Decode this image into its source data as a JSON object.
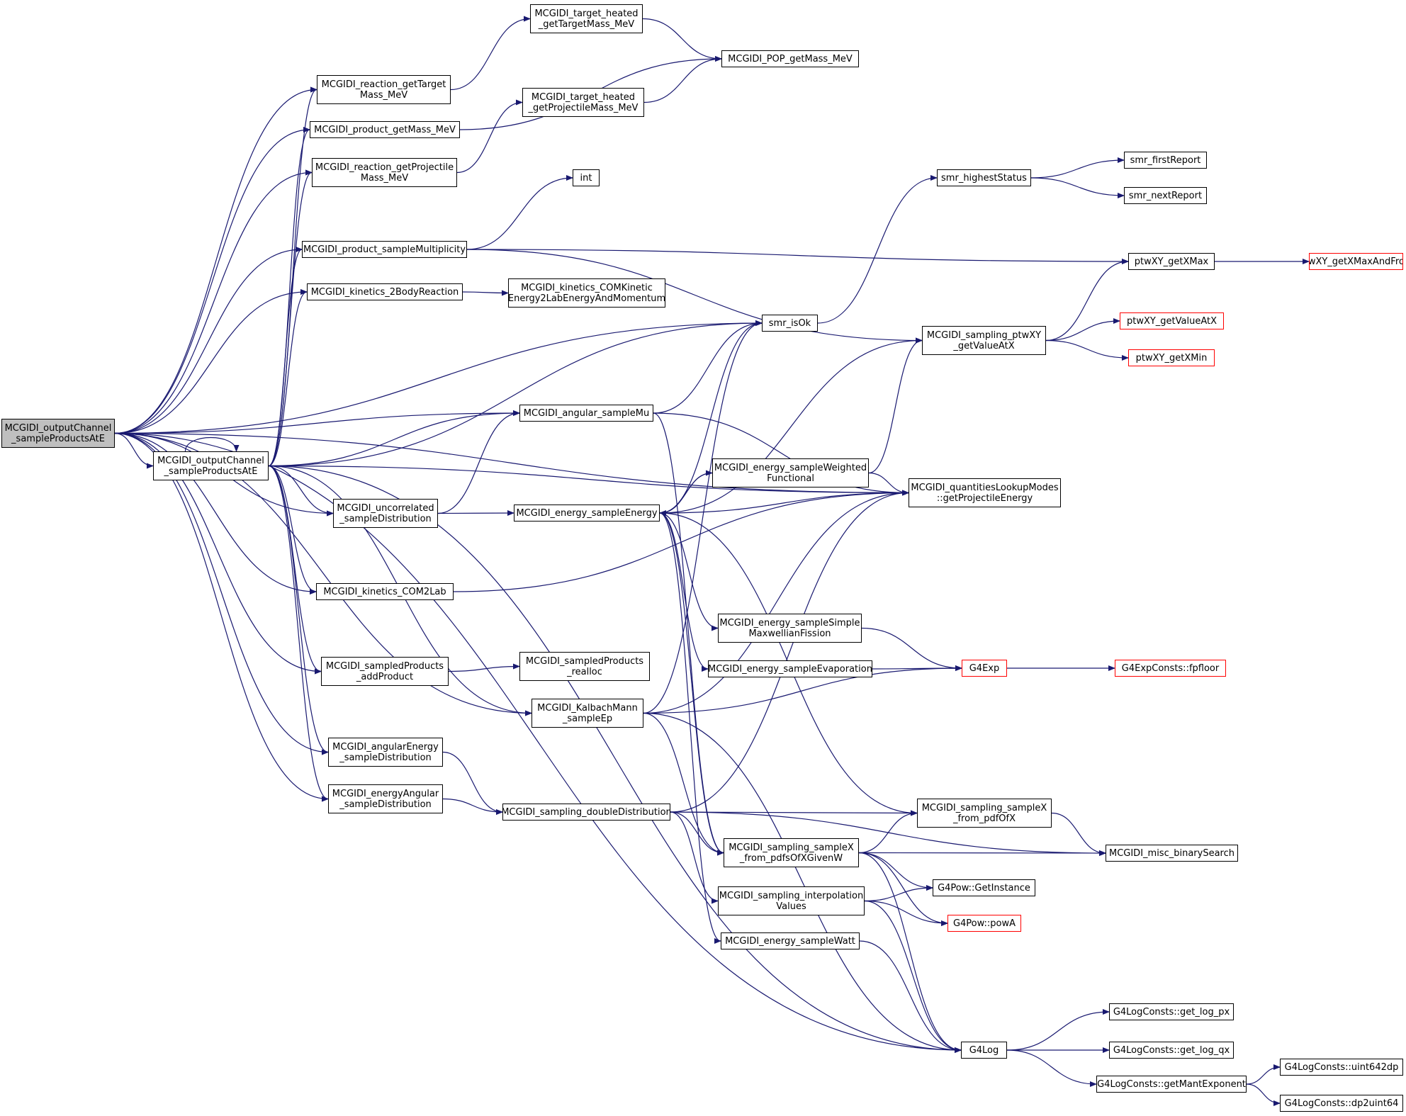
{
  "graph": {
    "nodes": [
      {
        "id": "root",
        "label": "MCGIDI_outputChannel\n_sampleProductsAtE",
        "kind": "root"
      },
      {
        "id": "selfcall",
        "label": "MCGIDI_outputChannel\n_sampleProductsAtE",
        "kind": "normal"
      },
      {
        "id": "reaction_getTarget",
        "label": "MCGIDI_reaction_getTarget\nMass_MeV",
        "kind": "normal"
      },
      {
        "id": "product_getMass",
        "label": "MCGIDI_product_getMass_MeV",
        "kind": "normal"
      },
      {
        "id": "reaction_getProjectile",
        "label": "MCGIDI_reaction_getProjectile\nMass_MeV",
        "kind": "normal"
      },
      {
        "id": "product_sampleMultiplicity",
        "label": "MCGIDI_product_sampleMultiplicity",
        "kind": "normal"
      },
      {
        "id": "kinetics_2Body",
        "label": "MCGIDI_kinetics_2BodyReaction",
        "kind": "normal"
      },
      {
        "id": "uncorrelated",
        "label": "MCGIDI_uncorrelated\n_sampleDistribution",
        "kind": "normal"
      },
      {
        "id": "kinetics_COM2Lab",
        "label": "MCGIDI_kinetics_COM2Lab",
        "kind": "normal"
      },
      {
        "id": "sampledProducts_add",
        "label": "MCGIDI_sampledProducts\n_addProduct",
        "kind": "normal"
      },
      {
        "id": "angularEnergy",
        "label": "MCGIDI_angularEnergy\n_sampleDistribution",
        "kind": "normal"
      },
      {
        "id": "energyAngular",
        "label": "MCGIDI_energyAngular\n_sampleDistribution",
        "kind": "normal"
      },
      {
        "id": "target_heated_getTarget",
        "label": "MCGIDI_target_heated\n_getTargetMass_MeV",
        "kind": "normal"
      },
      {
        "id": "target_heated_getProjectile",
        "label": "MCGIDI_target_heated\n_getProjectileMass_MeV",
        "kind": "normal"
      },
      {
        "id": "int",
        "label": "int",
        "kind": "normal"
      },
      {
        "id": "kinetics_COMKinetic",
        "label": "MCGIDI_kinetics_COMKinetic\nEnergy2LabEnergyAndMomentum",
        "kind": "normal"
      },
      {
        "id": "angular_sampleMu",
        "label": "MCGIDI_angular_sampleMu",
        "kind": "normal"
      },
      {
        "id": "energy_sampleEnergy",
        "label": "MCGIDI_energy_sampleEnergy",
        "kind": "normal"
      },
      {
        "id": "sampledProducts_realloc",
        "label": "MCGIDI_sampledProducts\n_realloc",
        "kind": "normal"
      },
      {
        "id": "KalbachMann",
        "label": "MCGIDI_KalbachMann\n_sampleEp",
        "kind": "normal"
      },
      {
        "id": "sampling_doubleDistribution",
        "label": "MCGIDI_sampling_doubleDistribution",
        "kind": "normal"
      },
      {
        "id": "POP_getMass",
        "label": "MCGIDI_POP_getMass_MeV",
        "kind": "normal"
      },
      {
        "id": "smr_isOk",
        "label": "smr_isOk",
        "kind": "normal"
      },
      {
        "id": "energy_sampleWeighted",
        "label": "MCGIDI_energy_sampleWeighted\nFunctional",
        "kind": "normal"
      },
      {
        "id": "energy_sampleSimple",
        "label": "MCGIDI_energy_sampleSimple\nMaxwellianFission",
        "kind": "normal"
      },
      {
        "id": "energy_sampleEvaporation",
        "label": "MCGIDI_energy_sampleEvaporation",
        "kind": "normal"
      },
      {
        "id": "sampling_sampleX_pdfsOfXGivenW",
        "label": "MCGIDI_sampling_sampleX\n_from_pdfsOfXGivenW",
        "kind": "normal"
      },
      {
        "id": "sampling_interpolation",
        "label": "MCGIDI_sampling_interpolation\nValues",
        "kind": "normal"
      },
      {
        "id": "energy_sampleWatt",
        "label": "MCGIDI_energy_sampleWatt",
        "kind": "normal"
      },
      {
        "id": "smr_highestStatus",
        "label": "smr_highestStatus",
        "kind": "normal"
      },
      {
        "id": "sampling_ptwXY",
        "label": "MCGIDI_sampling_ptwXY\n_getValueAtX",
        "kind": "normal"
      },
      {
        "id": "quantitiesLookup",
        "label": "MCGIDI_quantitiesLookupModes\n::getProjectileEnergy",
        "kind": "normal"
      },
      {
        "id": "sampling_sampleX_pdfOfX",
        "label": "MCGIDI_sampling_sampleX\n_from_pdfOfX",
        "kind": "normal"
      },
      {
        "id": "G4Log",
        "label": "G4Log",
        "kind": "normal"
      },
      {
        "id": "G4Exp",
        "label": "G4Exp",
        "kind": "truncated"
      },
      {
        "id": "G4Pow_GetInstance",
        "label": "G4Pow::GetInstance",
        "kind": "normal"
      },
      {
        "id": "G4Pow_powA",
        "label": "G4Pow::powA",
        "kind": "truncated"
      },
      {
        "id": "smr_firstReport",
        "label": "smr_firstReport",
        "kind": "normal"
      },
      {
        "id": "smr_nextReport",
        "label": "smr_nextReport",
        "kind": "normal"
      },
      {
        "id": "ptwXY_getXMax",
        "label": "ptwXY_getXMax",
        "kind": "normal"
      },
      {
        "id": "ptwXY_getValueAtX",
        "label": "ptwXY_getValueAtX",
        "kind": "truncated"
      },
      {
        "id": "ptwXY_getXMin",
        "label": "ptwXY_getXMin",
        "kind": "truncated"
      },
      {
        "id": "misc_binarySearch",
        "label": "MCGIDI_misc_binarySearch",
        "kind": "normal"
      },
      {
        "id": "G4LogConsts_get_log_px",
        "label": "G4LogConsts::get_log_px",
        "kind": "normal"
      },
      {
        "id": "G4LogConsts_get_log_qx",
        "label": "G4LogConsts::get_log_qx",
        "kind": "normal"
      },
      {
        "id": "G4LogConsts_getMantExponent",
        "label": "G4LogConsts::getMantExponent",
        "kind": "normal"
      },
      {
        "id": "ptwXY_getXMaxAndFrom",
        "label": "ptwXY_getXMaxAndFrom",
        "kind": "truncated"
      },
      {
        "id": "G4ExpConsts_fpfloor",
        "label": "G4ExpConsts::fpfloor",
        "kind": "truncated"
      },
      {
        "id": "G4LogConsts_uint642dp",
        "label": "G4LogConsts::uint642dp",
        "kind": "normal"
      },
      {
        "id": "G4LogConsts_dp2uint64",
        "label": "G4LogConsts::dp2uint64",
        "kind": "normal"
      }
    ],
    "edges": [
      [
        "root",
        "reaction_getTarget"
      ],
      [
        "root",
        "product_getMass"
      ],
      [
        "root",
        "reaction_getProjectile"
      ],
      [
        "root",
        "product_sampleMultiplicity"
      ],
      [
        "root",
        "kinetics_2Body"
      ],
      [
        "root",
        "quantitiesLookup"
      ],
      [
        "root",
        "smr_isOk"
      ],
      [
        "root",
        "angular_sampleMu"
      ],
      [
        "root",
        "selfcall"
      ],
      [
        "root",
        "uncorrelated"
      ],
      [
        "root",
        "kinetics_COM2Lab"
      ],
      [
        "root",
        "sampledProducts_add"
      ],
      [
        "root",
        "KalbachMann"
      ],
      [
        "root",
        "angularEnergy"
      ],
      [
        "root",
        "energyAngular"
      ],
      [
        "root",
        "G4Log"
      ],
      [
        "selfcall",
        "selfcall"
      ],
      [
        "selfcall",
        "reaction_getTarget"
      ],
      [
        "selfcall",
        "product_getMass"
      ],
      [
        "selfcall",
        "reaction_getProjectile"
      ],
      [
        "selfcall",
        "product_sampleMultiplicity"
      ],
      [
        "selfcall",
        "kinetics_2Body"
      ],
      [
        "selfcall",
        "smr_isOk"
      ],
      [
        "selfcall",
        "angular_sampleMu"
      ],
      [
        "selfcall",
        "quantitiesLookup"
      ],
      [
        "selfcall",
        "uncorrelated"
      ],
      [
        "selfcall",
        "kinetics_COM2Lab"
      ],
      [
        "selfcall",
        "sampledProducts_add"
      ],
      [
        "selfcall",
        "KalbachMann"
      ],
      [
        "selfcall",
        "angularEnergy"
      ],
      [
        "selfcall",
        "energyAngular"
      ],
      [
        "selfcall",
        "G4Log"
      ],
      [
        "reaction_getTarget",
        "target_heated_getTarget"
      ],
      [
        "target_heated_getTarget",
        "POP_getMass"
      ],
      [
        "product_getMass",
        "POP_getMass"
      ],
      [
        "reaction_getProjectile",
        "target_heated_getProjectile"
      ],
      [
        "target_heated_getProjectile",
        "POP_getMass"
      ],
      [
        "product_sampleMultiplicity",
        "int"
      ],
      [
        "product_sampleMultiplicity",
        "ptwXY_getXMax"
      ],
      [
        "product_sampleMultiplicity",
        "sampling_ptwXY"
      ],
      [
        "kinetics_2Body",
        "kinetics_COMKinetic"
      ],
      [
        "uncorrelated",
        "angular_sampleMu"
      ],
      [
        "uncorrelated",
        "energy_sampleEnergy"
      ],
      [
        "kinetics_COM2Lab",
        "quantitiesLookup"
      ],
      [
        "sampledProducts_add",
        "sampledProducts_realloc"
      ],
      [
        "angularEnergy",
        "sampling_doubleDistribution"
      ],
      [
        "energyAngular",
        "sampling_doubleDistribution"
      ],
      [
        "angular_sampleMu",
        "smr_isOk"
      ],
      [
        "angular_sampleMu",
        "quantitiesLookup"
      ],
      [
        "angular_sampleMu",
        "sampling_sampleX_pdfsOfXGivenW"
      ],
      [
        "energy_sampleEnergy",
        "smr_isOk"
      ],
      [
        "energy_sampleEnergy",
        "sampling_ptwXY"
      ],
      [
        "energy_sampleEnergy",
        "energy_sampleWeighted"
      ],
      [
        "energy_sampleEnergy",
        "quantitiesLookup"
      ],
      [
        "energy_sampleEnergy",
        "energy_sampleSimple"
      ],
      [
        "energy_sampleEnergy",
        "energy_sampleEvaporation"
      ],
      [
        "energy_sampleEnergy",
        "sampling_sampleX_pdfOfX"
      ],
      [
        "energy_sampleEnergy",
        "sampling_sampleX_pdfsOfXGivenW"
      ],
      [
        "energy_sampleEnergy",
        "energy_sampleWatt"
      ],
      [
        "energy_sampleWeighted",
        "energy_sampleEnergy"
      ],
      [
        "energy_sampleWeighted",
        "quantitiesLookup"
      ],
      [
        "energy_sampleWeighted",
        "sampling_ptwXY"
      ],
      [
        "energy_sampleSimple",
        "G4Exp"
      ],
      [
        "energy_sampleEvaporation",
        "G4Exp"
      ],
      [
        "energy_sampleWatt",
        "G4Log"
      ],
      [
        "KalbachMann",
        "smr_isOk"
      ],
      [
        "KalbachMann",
        "quantitiesLookup"
      ],
      [
        "KalbachMann",
        "G4Exp"
      ],
      [
        "KalbachMann",
        "sampling_sampleX_pdfsOfXGivenW"
      ],
      [
        "KalbachMann",
        "G4Log"
      ],
      [
        "sampling_doubleDistribution",
        "quantitiesLookup"
      ],
      [
        "sampling_doubleDistribution",
        "sampling_sampleX_pdfOfX"
      ],
      [
        "sampling_doubleDistribution",
        "sampling_sampleX_pdfsOfXGivenW"
      ],
      [
        "sampling_doubleDistribution",
        "sampling_interpolation"
      ],
      [
        "sampling_doubleDistribution",
        "misc_binarySearch"
      ],
      [
        "sampling_sampleX_pdfsOfXGivenW",
        "sampling_sampleX_pdfOfX"
      ],
      [
        "sampling_sampleX_pdfsOfXGivenW",
        "misc_binarySearch"
      ],
      [
        "sampling_sampleX_pdfsOfXGivenW",
        "G4Pow_GetInstance"
      ],
      [
        "sampling_sampleX_pdfsOfXGivenW",
        "G4Pow_powA"
      ],
      [
        "sampling_sampleX_pdfsOfXGivenW",
        "G4Log"
      ],
      [
        "sampling_interpolation",
        "G4Pow_GetInstance"
      ],
      [
        "sampling_interpolation",
        "G4Pow_powA"
      ],
      [
        "sampling_interpolation",
        "G4Log"
      ],
      [
        "sampling_sampleX_pdfOfX",
        "misc_binarySearch"
      ],
      [
        "smr_isOk",
        "smr_highestStatus"
      ],
      [
        "smr_highestStatus",
        "smr_firstReport"
      ],
      [
        "smr_highestStatus",
        "smr_nextReport"
      ],
      [
        "sampling_ptwXY",
        "ptwXY_getXMax"
      ],
      [
        "sampling_ptwXY",
        "ptwXY_getValueAtX"
      ],
      [
        "sampling_ptwXY",
        "ptwXY_getXMin"
      ],
      [
        "ptwXY_getXMax",
        "ptwXY_getXMaxAndFrom"
      ],
      [
        "G4Exp",
        "G4ExpConsts_fpfloor"
      ],
      [
        "G4Log",
        "G4LogConsts_get_log_px"
      ],
      [
        "G4Log",
        "G4LogConsts_get_log_qx"
      ],
      [
        "G4Log",
        "G4LogConsts_getMantExponent"
      ],
      [
        "G4LogConsts_getMantExponent",
        "G4LogConsts_uint642dp"
      ],
      [
        "G4LogConsts_getMantExponent",
        "G4LogConsts_dp2uint64"
      ]
    ]
  },
  "colors": {
    "edge": "#191970",
    "node_border": "#000000",
    "truncated_border": "#ff0000",
    "root_fill": "#bfbfbf"
  }
}
